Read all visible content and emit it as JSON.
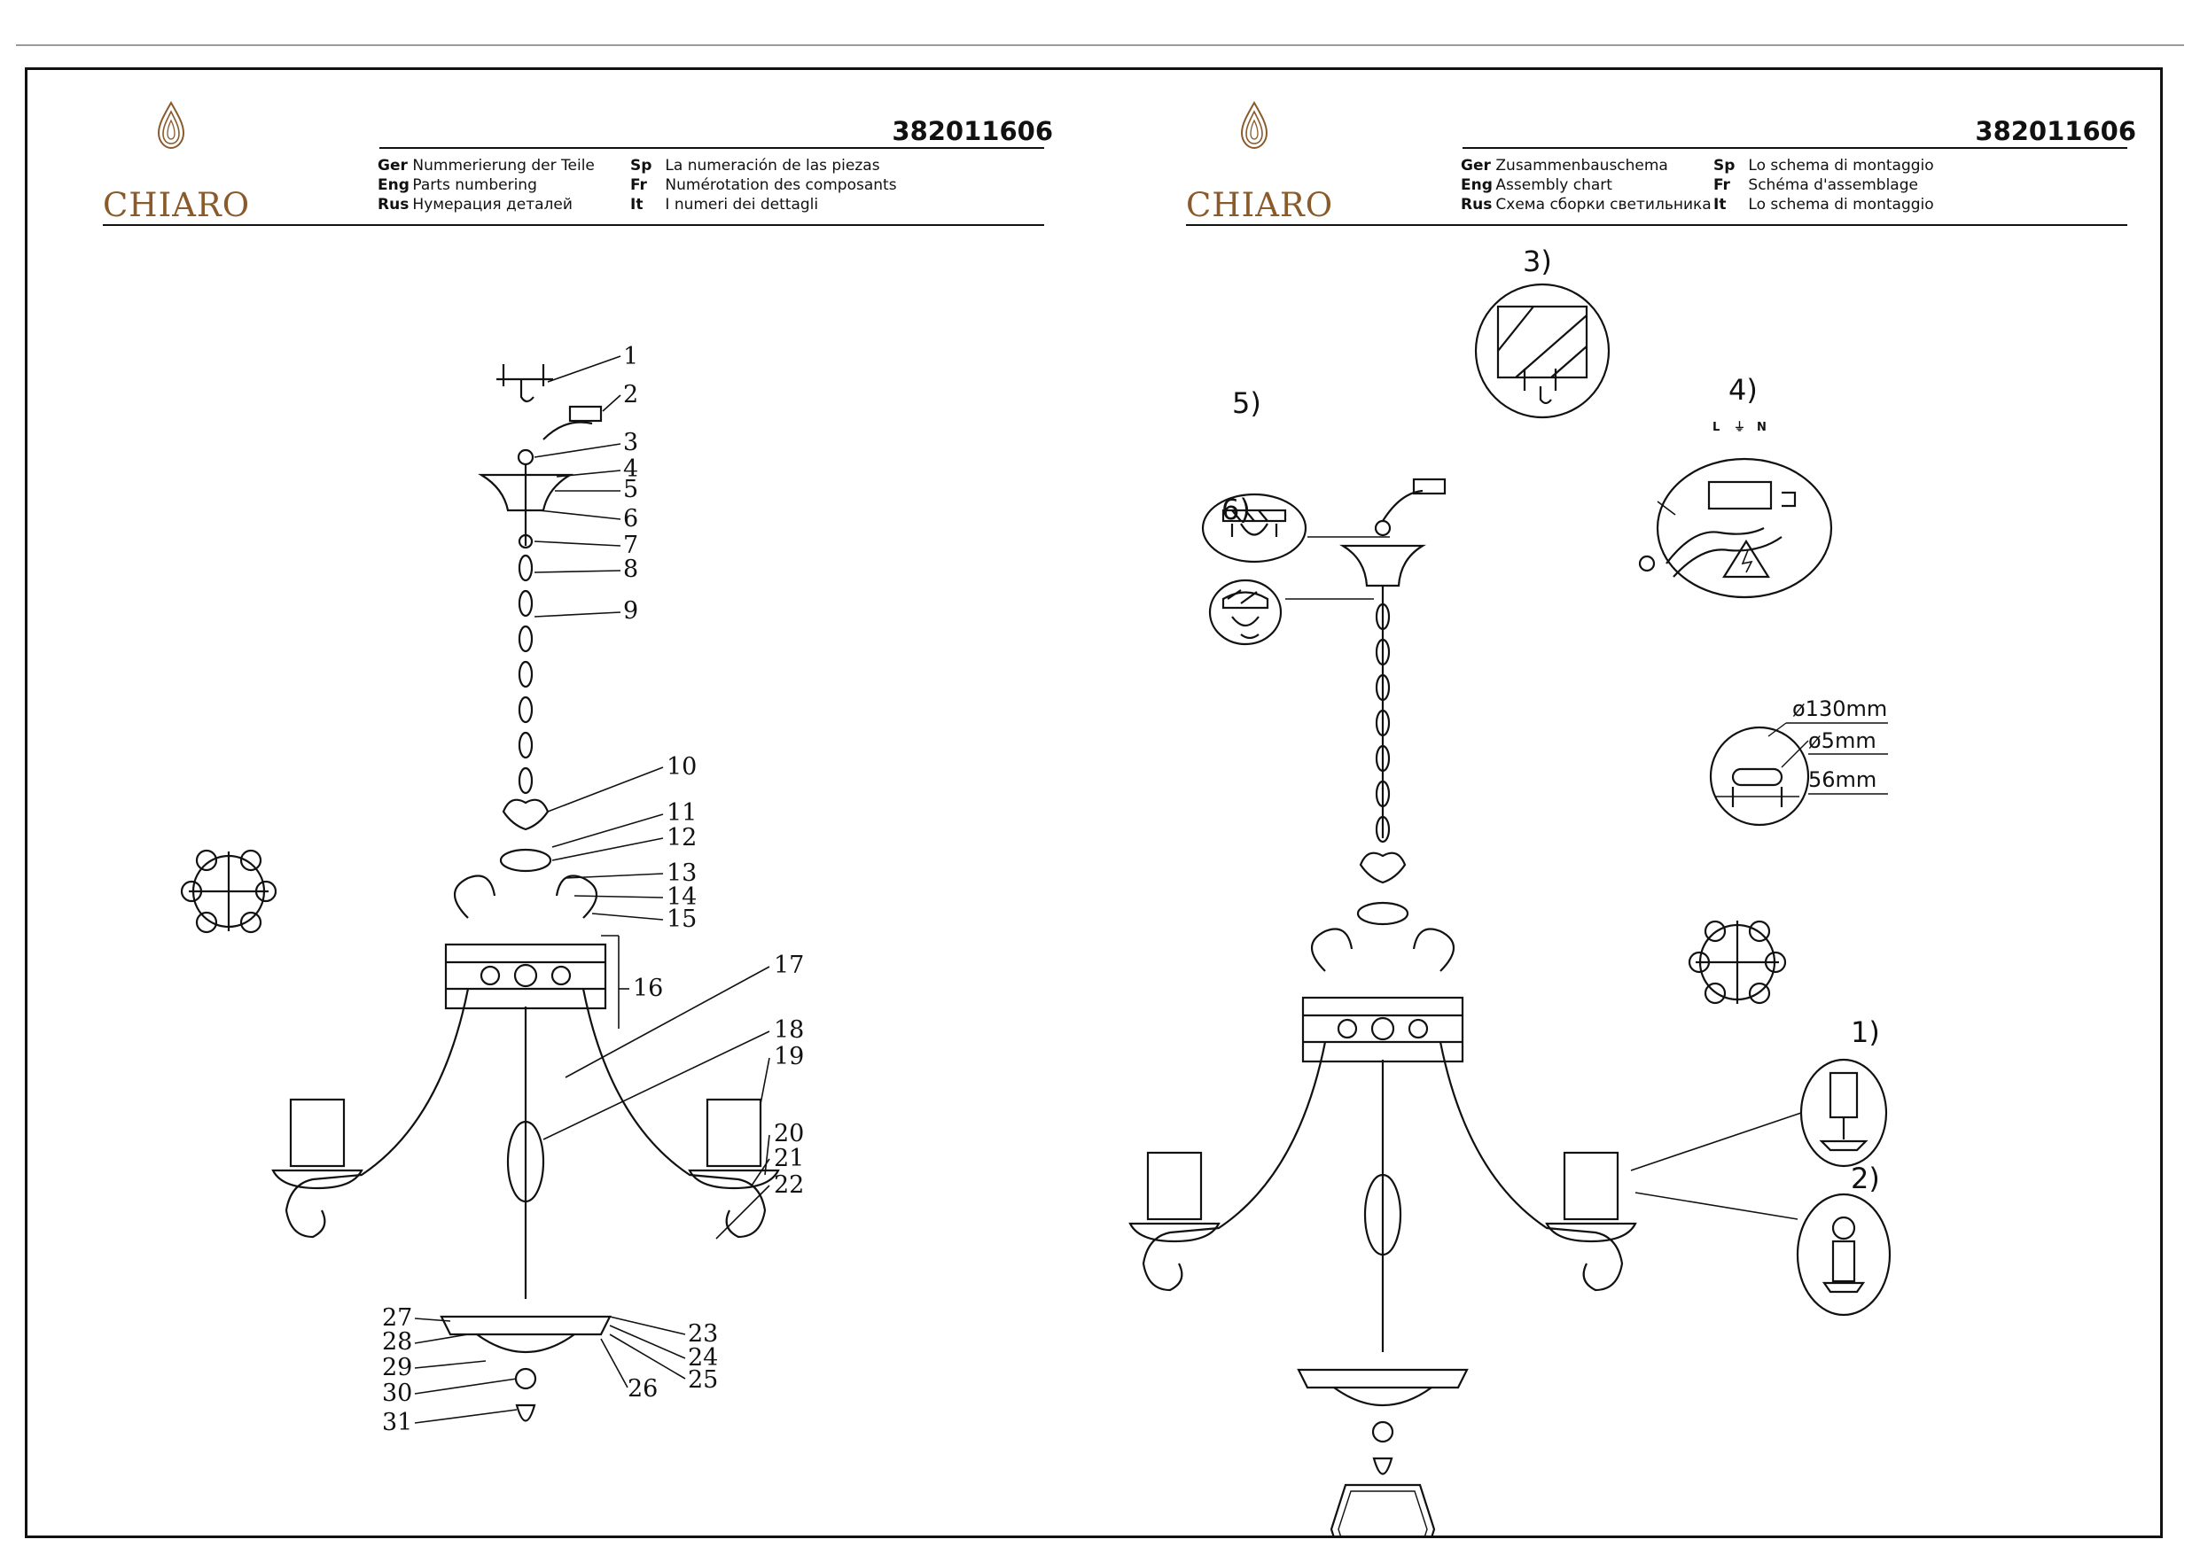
{
  "left_page": {
    "brand": "CHIARO",
    "code": "382011606",
    "titles": [
      {
        "lang": "Ger",
        "text": "Nummerierung der Teile"
      },
      {
        "lang": "Eng",
        "text": "Parts numbering"
      },
      {
        "lang": "Rus",
        "text": "Нумерация деталей"
      },
      {
        "lang": "Sp",
        "text": "La numeración de las piezas"
      },
      {
        "lang": "Fr",
        "text": "Numérotation des composants"
      },
      {
        "lang": "It",
        "text": "I numeri dei dettagli"
      }
    ],
    "part_numbers": [
      "1",
      "2",
      "3",
      "4",
      "5",
      "6",
      "7",
      "8",
      "9",
      "10",
      "11",
      "12",
      "13",
      "14",
      "15",
      "16",
      "17",
      "18",
      "19",
      "20",
      "21",
      "22",
      "23",
      "24",
      "25",
      "26",
      "27",
      "28",
      "29",
      "30",
      "31"
    ]
  },
  "right_page": {
    "brand": "CHIARO",
    "code": "382011606",
    "titles": [
      {
        "lang": "Ger",
        "text": "Zusammenbauschema"
      },
      {
        "lang": "Eng",
        "text": "Assembly chart"
      },
      {
        "lang": "Rus",
        "text": "Схема сборки светильника"
      },
      {
        "lang": "Sp",
        "text": "Lo schema di montaggio"
      },
      {
        "lang": "Fr",
        "text": "Schéma d'assemblage"
      },
      {
        "lang": "It",
        "text": "Lo schema di montaggio"
      }
    ],
    "steps": [
      "1)",
      "2)",
      "3)",
      "4)",
      "5)",
      "6)"
    ],
    "terminal_labels": [
      "L",
      "⏚",
      "N"
    ],
    "dimensions": {
      "d1": "ø130mm",
      "d2": "ø5mm",
      "d3": "56mm"
    }
  },
  "colors": {
    "brand": "#8a5a2b",
    "line": "#111111",
    "rule": "#9a9a9a"
  }
}
